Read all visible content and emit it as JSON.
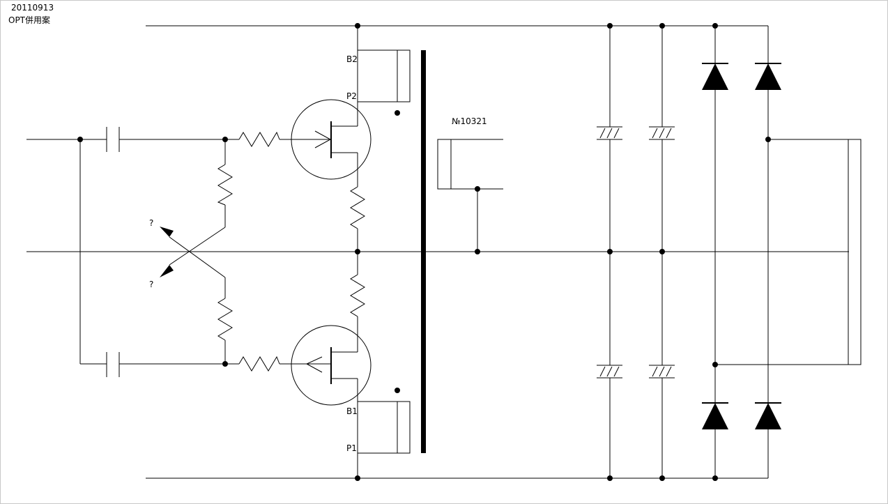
{
  "header": {
    "date": "20110913",
    "title": "OPT併用案"
  },
  "labels": {
    "b2": "B2",
    "p2": "P2",
    "b1": "B1",
    "p1": "P1",
    "part_no": "№10321",
    "question_upper": "?",
    "question_lower": "?"
  },
  "colors": {
    "line": "#000000",
    "background": "#ffffff",
    "frame": "#c8c8c8"
  }
}
